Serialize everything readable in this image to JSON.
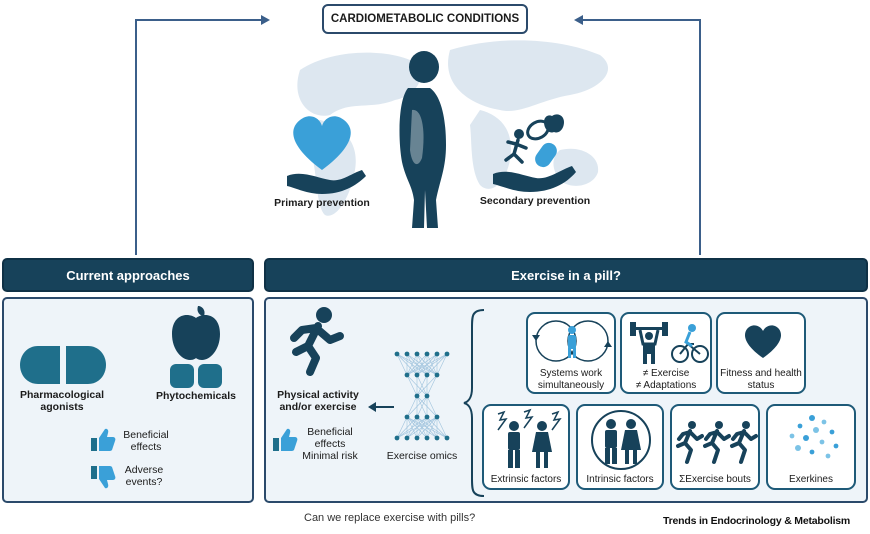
{
  "top": {
    "title": "CARDIOMETABOLIC CONDITIONS",
    "primary": "Primary prevention",
    "secondary": "Secondary prevention"
  },
  "left": {
    "header": "Current approaches",
    "pharma": "Pharmacological agonists",
    "phyto": "Phytochemicals",
    "beneficial": "Beneficial effects",
    "adverse": "Adverse events?"
  },
  "right": {
    "header": "Exercise in a pill?",
    "physical": "Physical activity and/or exercise",
    "benefit_line1": "Beneficial effects",
    "benefit_line2": "Minimal risk",
    "omics": "Exercise omics",
    "cards": {
      "systems": "Systems work simultaneously",
      "exercise_adapt_1": "≠ Exercise",
      "exercise_adapt_2": "≠ Adaptations",
      "fitness": "Fitness and health status",
      "extrinsic": "Extrinsic factors",
      "intrinsic": "Intrinsic factors",
      "bouts": "ΣExercise bouts",
      "exerkines": "Exerkines"
    }
  },
  "footer": {
    "caption": "Can we replace exercise with pills?",
    "brand": "Trends in Endocrinology & Metabolism"
  },
  "colors": {
    "navy": "#17425a",
    "teal": "#1f6f8b",
    "blue": "#3aa0d8",
    "panel": "#eef4f9"
  }
}
